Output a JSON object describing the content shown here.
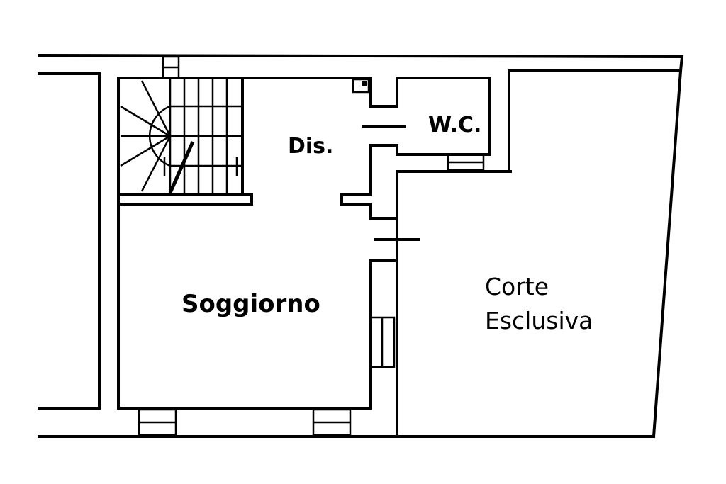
{
  "plan": {
    "rooms": {
      "disimpegno": "Dis.",
      "wc": "W.C.",
      "soggiorno": "Soggiorno",
      "corte_line1": "Corte",
      "corte_line2": "Esclusiva"
    }
  }
}
